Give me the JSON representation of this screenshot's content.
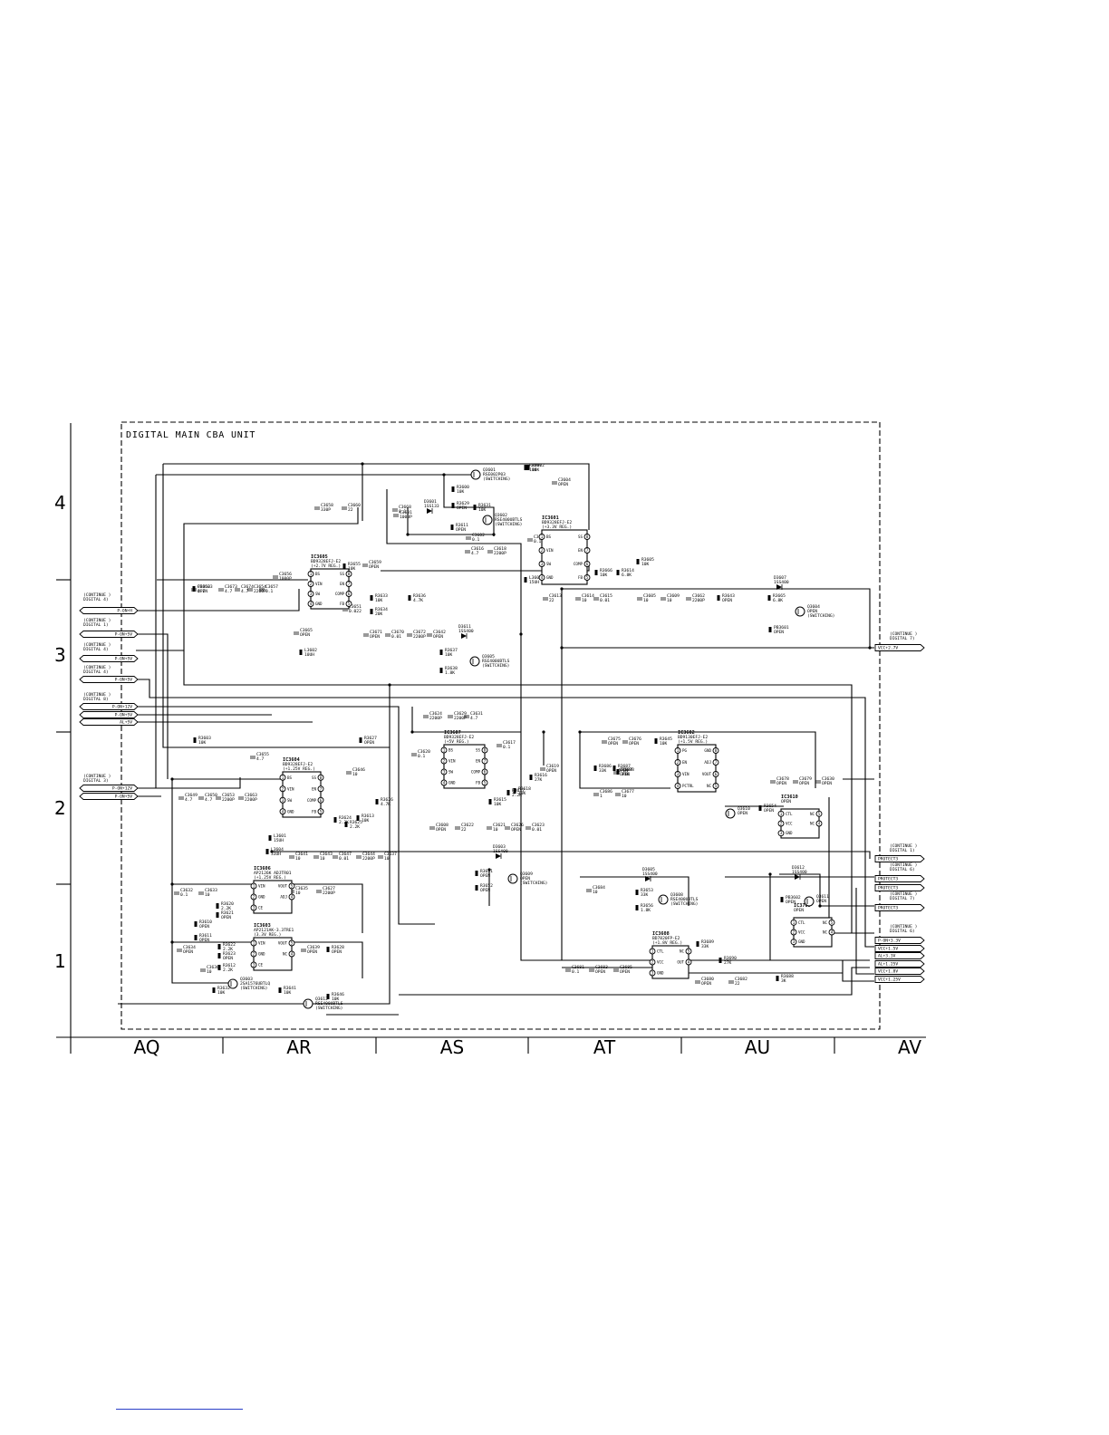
{
  "unit_title": "DIGITAL MAIN CBA UNIT",
  "zones": [
    "AQ",
    "AR",
    "AS",
    "AT",
    "AU",
    "AV"
  ],
  "rows": [
    "4",
    "3",
    "2",
    "1"
  ],
  "ics": [
    {
      "ref": "IC3601",
      "part": "BD9328EFJ-E2",
      "note": "(+3.3V REG.)",
      "pins": [
        [
          "1",
          "BS"
        ],
        [
          "2",
          "VIN"
        ],
        [
          "3",
          "SW"
        ],
        [
          "4",
          "GND"
        ],
        [
          "8",
          "SS"
        ],
        [
          "7",
          "EN"
        ],
        [
          "6",
          "COMP"
        ],
        [
          "5",
          "FB"
        ]
      ]
    },
    {
      "ref": "IC3605",
      "part": "BD9328EFJ-E2",
      "note": "(+2.7V REG.)",
      "pins": [
        [
          "1",
          "BS"
        ],
        [
          "2",
          "VIN"
        ],
        [
          "3",
          "SW"
        ],
        [
          "4",
          "GND"
        ],
        [
          "8",
          "SS"
        ],
        [
          "7",
          "EN"
        ],
        [
          "6",
          "COMP"
        ],
        [
          "5",
          "FB"
        ]
      ]
    },
    {
      "ref": "IC3607",
      "part": "BD9328EFJ-E2",
      "note": "(+5V REG.)",
      "pins": [
        [
          "1",
          "BS"
        ],
        [
          "2",
          "VIN"
        ],
        [
          "3",
          "SW"
        ],
        [
          "4",
          "GND"
        ],
        [
          "8",
          "SS"
        ],
        [
          "7",
          "EN"
        ],
        [
          "6",
          "COMP"
        ],
        [
          "5",
          "FB"
        ]
      ]
    },
    {
      "ref": "IC3604",
      "part": "BD9328EFJ-E2",
      "note": "(+1.25V REG.)",
      "pins": [
        [
          "1",
          "BS"
        ],
        [
          "2",
          "VIN"
        ],
        [
          "3",
          "SW"
        ],
        [
          "4",
          "GND"
        ],
        [
          "8",
          "SS"
        ],
        [
          "7",
          "EN"
        ],
        [
          "6",
          "COMP"
        ],
        [
          "5",
          "FB"
        ]
      ]
    },
    {
      "ref": "IC3602",
      "part": "BD9130EFJ-E2",
      "note": "(+1.5V REG.)",
      "pins": [
        [
          "1",
          "PG"
        ],
        [
          "2",
          "EN"
        ],
        [
          "3",
          "VIN"
        ],
        [
          "4",
          "PCTRL"
        ],
        [
          "8",
          "GND"
        ],
        [
          "7",
          "ADJ"
        ],
        [
          "6",
          "VOUT"
        ],
        [
          "5",
          "NC"
        ]
      ]
    },
    {
      "ref": "IC3606",
      "part": "AP2126K ADJTR01",
      "note": "(+1.25V REG.)",
      "pins": [
        [
          "1",
          "VIN"
        ],
        [
          "2",
          "GND"
        ],
        [
          "3",
          "CE"
        ],
        [
          "5",
          "VOUT"
        ],
        [
          "4",
          "ADJ"
        ]
      ]
    },
    {
      "ref": "IC3603",
      "part": "AP2121AK-3.3TRE1",
      "note": "(3.3V REG.)",
      "pins": [
        [
          "1",
          "VIN"
        ],
        [
          "2",
          "GND"
        ],
        [
          "3",
          "CE"
        ],
        [
          "5",
          "VOUT"
        ],
        [
          "4",
          "NC"
        ]
      ]
    },
    {
      "ref": "IC3608",
      "part": "BD7820FP-E2",
      "note": "(+1.8V REG.)",
      "pins": [
        [
          "1",
          "CTL"
        ],
        [
          "2",
          "VCC"
        ],
        [
          "3",
          "GND"
        ],
        [
          "5",
          "NC"
        ],
        [
          "4",
          "OUT"
        ]
      ]
    },
    {
      "ref": "IC3610",
      "part": "OPEN",
      "note": "",
      "pins": [
        [
          "1",
          "CTL"
        ],
        [
          "2",
          "VCC"
        ],
        [
          "3",
          "GND"
        ],
        [
          "5",
          "NC"
        ],
        [
          "4",
          "NC"
        ]
      ]
    },
    {
      "ref": "IC3709",
      "part": "OPEN",
      "note": "",
      "pins": [
        [
          "1",
          "CTL"
        ],
        [
          "2",
          "VCC"
        ],
        [
          "3",
          "GND"
        ],
        [
          "5",
          "NC"
        ],
        [
          "4",
          "NC"
        ]
      ]
    }
  ],
  "transistors": [
    {
      "ref": "Q3601",
      "part": "RSE002P03",
      "note": "(SWITCHING)"
    },
    {
      "ref": "Q3602",
      "part": "RSE400UBTLS",
      "note": "(SWITCHING)"
    },
    {
      "ref": "Q3603",
      "part": "2SA1576UBTLQ",
      "note": "(SWITCHING)"
    },
    {
      "ref": "Q3604",
      "part": "OPEN",
      "note": "(SWITCHING)"
    },
    {
      "ref": "Q3605",
      "part": "RSE400UBTLS",
      "note": "(SWITCHING)"
    },
    {
      "ref": "Q3608",
      "part": "RSE400UBTLS",
      "note": "(SWITCHING)"
    },
    {
      "ref": "Q3609",
      "part": "OPEN",
      "note": "(SWITCHING)"
    },
    {
      "ref": "Q3610",
      "part": "OPEN",
      "note": ""
    },
    {
      "ref": "Q3611",
      "part": "OPEN",
      "note": ""
    },
    {
      "ref": "Q3612",
      "part": "RSE400UBTLS",
      "note": "(SWITCHING)"
    }
  ],
  "left_ports": [
    {
      "cont": "(CONTINUE DIGITAL 4)",
      "signals": [
        "P-ON+H"
      ]
    },
    {
      "cont": "(CONTINUE DIGITAL 1)",
      "signals": [
        "P-ON+5V"
      ]
    },
    {
      "cont": "(CONTINUE DIGITAL 4)",
      "signals": [
        "P-ON+5V"
      ]
    },
    {
      "cont": "(CONTINUE DIGITAL 4)",
      "signals": [
        "P-ON+5V"
      ]
    },
    {
      "cont": "(CONTINUE DIGITAL 8)",
      "signals": [
        "P-ON+12V",
        "P-ON+5V",
        "AL+5V"
      ]
    },
    {
      "cont": "(CONTINUE DIGITAL 3)",
      "signals": [
        "P-ON+12V",
        "P-ON+5V"
      ]
    }
  ],
  "right_ports": [
    {
      "cont": "(CONTINUE DIGITAL 7)",
      "signals": [
        "VCC+2.7V"
      ]
    },
    {
      "cont": "(CONTINUE DIGITAL 1)",
      "signals": [
        "PROTECT3"
      ]
    },
    {
      "cont": "(CONTINUE DIGITAL 6)",
      "signals": [
        "PROTECT3",
        "PROTECT3"
      ]
    },
    {
      "cont": "(CONTINUE DIGITAL 7)",
      "signals": [
        "PROTECT3"
      ]
    },
    {
      "cont": "(CONTINUE DIGITAL 6)",
      "signals": [
        "P-ON+3.3V",
        "VCC+1.5V",
        "AL+3.3V",
        "AL+1.25V",
        "VCC+1.8V",
        "VCC+1.25V"
      ]
    }
  ],
  "diodes": [
    {
      "ref": "D3601",
      "part": "1SS133"
    },
    {
      "ref": "D3603",
      "part": "1SS400"
    },
    {
      "ref": "D3605",
      "part": "1SS400"
    },
    {
      "ref": "D3607",
      "part": "1SS400"
    },
    {
      "ref": "D3611",
      "part": "1SS400"
    },
    {
      "ref": "D3612",
      "part": "1SS400"
    }
  ],
  "passives": [
    "C3652 4.7",
    "C3673 4.7",
    "C3674 4.7",
    "C3654 2200P",
    "C3657 0.1",
    "C3656 1000P",
    "C3658 330P",
    "C3668 0.1",
    "C3651 0.022",
    "C3659 OPEN",
    "C3660 22",
    "C3665 OPEN",
    "C3671 OPEN",
    "C3670 0.01",
    "C3672 2200P",
    "C3642 OPEN",
    "C3601 1000P",
    "C3604 OPEN",
    "C3616 4.7",
    "C3618 2200P",
    "C3602 0.1",
    "C3612 0.1",
    "C3613 22",
    "C3614 10",
    "C3615 0.01",
    "C3605 10",
    "C3609 10",
    "C3662 2200P",
    "C3624 2200P",
    "C3629 2200P",
    "C3631 4.7",
    "C3620 0.1",
    "C3617 0.1",
    "C3619 OPEN",
    "C3608 OPEN",
    "C3622 22",
    "C3621 10",
    "C3626 OPEN",
    "C3623 0.01",
    "C3675 OPEN",
    "C3676 OPEN",
    "C3687 OPEN",
    "C3686 1",
    "C3677 10",
    "C3678 OPEN",
    "C3679 OPEN",
    "C3630 OPEN",
    "C3655 4.7",
    "C3649 4.7",
    "C3650 4.7",
    "C3653 2200P",
    "C3663 2200P",
    "C3646 10",
    "C3641 10",
    "C3643 10",
    "C3647 0.01",
    "C3644 2200P",
    "C3637 10",
    "C3632 0.1",
    "C3633 10",
    "C3635 10",
    "C3634 OPEN",
    "C3636 10",
    "C3639 OPEN",
    "C3627 2200P",
    "C3684 10",
    "C3681 0.1",
    "C3683 OPEN",
    "C3685 OPEN",
    "C3682 22",
    "C3680 OPEN",
    "R3600 10K",
    "R3602 10K",
    "R3611 OPEN",
    "R3629 OPEN",
    "R3631 10K",
    "R3607 10K",
    "R3605 10K",
    "R3666 10K",
    "R3614 6.8K",
    "R3665 6.8K",
    "R3643 OPEN",
    "R3655 10K",
    "R3634 20K",
    "R3633 10K",
    "R3636 4.7K",
    "R3637 10K",
    "R3638 1.8K",
    "R3603 10K",
    "R3627 OPEN",
    "R3626 4.7K",
    "R3613 10K",
    "R3624 2.2K",
    "R3625 2.2K",
    "R3618 10K",
    "R3617 2.2K",
    "R3616 27K",
    "R3615 10K",
    "R3645 10K",
    "R3686 33K",
    "R3687 OPEN",
    "R3688 33K",
    "R3654 OPEN",
    "R3651 OPEN",
    "R3652 OPEN",
    "R3653 33K",
    "R3656 1.8K",
    "R3620 2.2K",
    "R3621 OPEN",
    "R3622 2.2K",
    "R3623 OPEN",
    "R3628 OPEN",
    "R3610 OPEN",
    "R3611 OPEN",
    "R3612 2.2K",
    "R3632 10K",
    "R3641 10K",
    "R3646 10K",
    "R3689 33K",
    "R3690 27K",
    "R3688 3K",
    "L3601 15UH",
    "L3602 10UH",
    "L3603 15UH",
    "L3604 33UH",
    "PB3601 OPEN",
    "PB3602 OPEN",
    "PB3603 OPEN"
  ]
}
